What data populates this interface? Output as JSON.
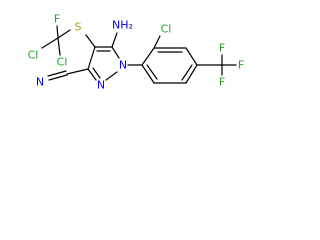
{
  "colors": {
    "bond": "#000000",
    "carbon": "#000000",
    "nitrogen": "#0000ff",
    "sulfur": "#b8a000",
    "chlorine": "#22a022",
    "fluorine": "#22a022",
    "background": "#ffffff"
  },
  "atoms": {
    "nh2": {
      "text": "NH₂",
      "element": "nitrogen"
    },
    "ring_n1": {
      "text": "N",
      "element": "nitrogen"
    },
    "ring_n2": {
      "text": "N",
      "element": "nitrogen"
    },
    "nitrile_n": {
      "text": "N",
      "element": "nitrogen"
    },
    "sulfur": {
      "text": "S",
      "element": "sulfur"
    },
    "cl_top": {
      "text": "Cl",
      "element": "chlorine"
    },
    "cl_left": {
      "text": "Cl",
      "element": "chlorine"
    },
    "cl_mid": {
      "text": "Cl",
      "element": "chlorine"
    },
    "f_top": {
      "text": "F",
      "element": "fluorine"
    },
    "f_cf3_top": {
      "text": "F",
      "element": "fluorine"
    },
    "f_cf3_right": {
      "text": "F",
      "element": "fluorine"
    },
    "f_cf3_bottom": {
      "text": "F",
      "element": "fluorine"
    }
  }
}
